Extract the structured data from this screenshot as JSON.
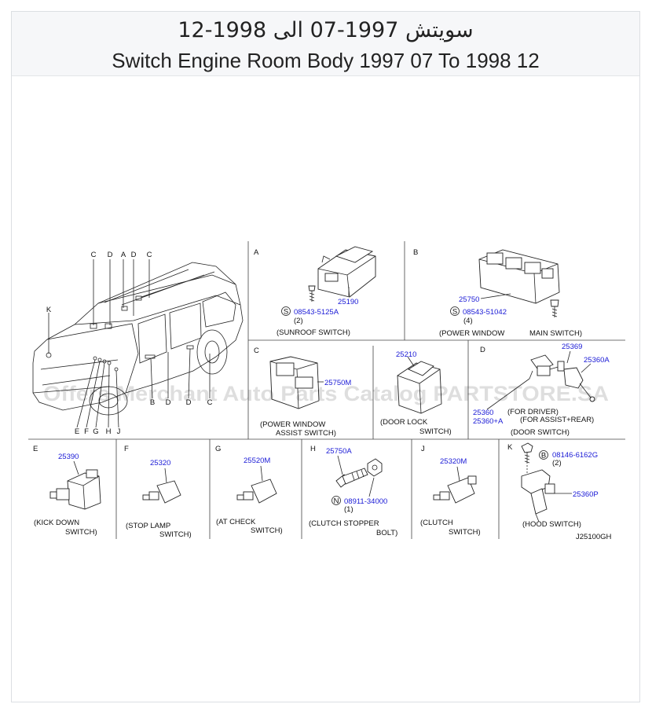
{
  "header": {
    "title_ar": "سويتش 1997-07 الى 1998-12",
    "title_en": "Switch Engine Room Body 1997 07 To 1998 12"
  },
  "watermark": "Offers Merchant Auto Parts Catalog PARTSTORE.SA",
  "vehicle": {
    "top_callouts": [
      "C",
      "D",
      "A",
      "D",
      "C"
    ],
    "side_callout": "K",
    "bottom_callouts_left": [
      "E",
      "F",
      "G",
      "H",
      "J"
    ],
    "bottom_callouts_right": [
      "B",
      "D",
      "D",
      "C"
    ]
  },
  "panels": {
    "A": {
      "letter": "A",
      "part": "25190",
      "screw_code": "S",
      "screw_part": "08543-5125A",
      "qty": "(2)",
      "caption": "(SUNROOF   SWITCH)"
    },
    "B": {
      "letter": "B",
      "part": "25750",
      "screw_code": "S",
      "screw_part": "08543-51042",
      "qty": "(4)",
      "caption_1": "(POWER   WINDOW",
      "caption_2": "MAIN   SWITCH)"
    },
    "C": {
      "letter": "C",
      "part_left": "25750M",
      "caption_left_1": "(POWER   WINDOW",
      "caption_left_2": "ASSIST   SWITCH)",
      "part_right": "25210",
      "caption_right_1": "(DOOR   LOCK",
      "caption_right_2": "SWITCH)"
    },
    "D": {
      "letter": "D",
      "part_top": "25369",
      "part_right": "25360A",
      "part_left_1": "25360",
      "part_left_2": "25360+A",
      "note_1": "(FOR   DRIVER)",
      "note_2": "(FOR   ASSIST+REAR)",
      "caption": "(DOOR   SWITCH)"
    },
    "E": {
      "letter": "E",
      "part": "25390",
      "caption_1": "(KICK   DOWN",
      "caption_2": "SWITCH)"
    },
    "F": {
      "letter": "F",
      "part": "25320",
      "caption_1": "(STOP   LAMP",
      "caption_2": "SWITCH)"
    },
    "G": {
      "letter": "G",
      "part": "25520M",
      "caption_1": "(AT   CHECK",
      "caption_2": "SWITCH)"
    },
    "H": {
      "letter": "H",
      "part": "25750A",
      "nut_code": "N",
      "nut_part": "08911-34000",
      "qty": "(1)",
      "caption_1": "(CLUTCH   STOPPER",
      "caption_2": "BOLT)"
    },
    "J": {
      "letter": "J",
      "part": "25320M",
      "caption_1": "(CLUTCH",
      "caption_2": "SWITCH)"
    },
    "K": {
      "letter": "K",
      "bolt_code": "B",
      "bolt_part": "08146-6162G",
      "qty": "(2)",
      "part": "25360P",
      "caption": "(HOOD   SWITCH)"
    }
  },
  "diagram_code": "J25100GH",
  "colors": {
    "part_number": "#1a1ad6",
    "line": "#222222",
    "header_bg": "#f6f7f9"
  }
}
